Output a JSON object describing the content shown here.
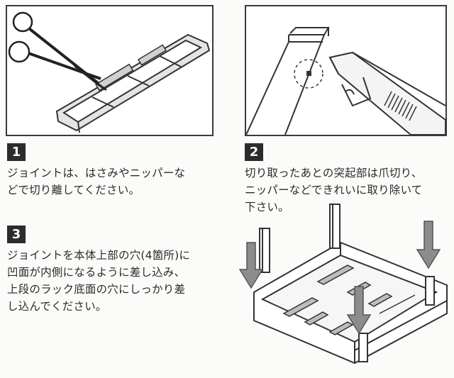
{
  "steps": [
    {
      "number": "1",
      "lines": [
        "ジョイントは、はさみやニッパーな",
        "どで切り離してください。"
      ]
    },
    {
      "number": "2",
      "lines": [
        "切り取ったあとの突起部は爪切り、",
        "ニッパーなどできれいに取り除いて",
        "下さい。"
      ]
    },
    {
      "number": "3",
      "lines": [
        "ジョイントを本体上部の穴(4箇所)に",
        "凹面が内側になるように差し込み、",
        "上段のラック底面の穴にしっかり差",
        "し込んでください。"
      ]
    }
  ],
  "colors": {
    "ink": "#2a2a2a",
    "badge": "#2c2c2c",
    "fill_gray": "#d9d9d9",
    "arrow_gray": "#8c8c8c"
  },
  "icons": [
    "scissors-icon",
    "nipper-icon",
    "down-arrow-icon"
  ]
}
